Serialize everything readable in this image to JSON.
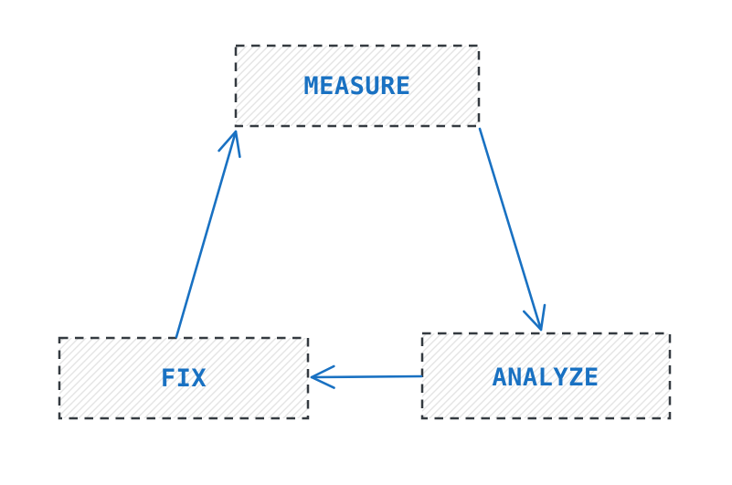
{
  "diagram": {
    "type": "flowchart-cycle",
    "nodes": [
      {
        "id": "measure",
        "label": "MEASURE"
      },
      {
        "id": "fix",
        "label": "FIX"
      },
      {
        "id": "analyze",
        "label": "ANALYZE"
      }
    ],
    "edges": [
      {
        "from": "measure",
        "to": "analyze"
      },
      {
        "from": "analyze",
        "to": "fix"
      },
      {
        "from": "fix",
        "to": "measure"
      }
    ],
    "colors": {
      "background": "#ffffff",
      "accent_blue": "#1971c2",
      "node_border": "#343a40",
      "hatch_fill": "#e4e4e4"
    },
    "style": {
      "node_fill": "diagonal-hachure",
      "node_border_style": "dashed",
      "label_case": "uppercase"
    }
  }
}
